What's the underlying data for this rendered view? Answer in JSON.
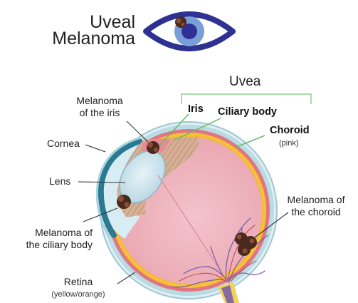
{
  "header": {
    "title_line1": "Uveal",
    "title_line2": "Melanoma",
    "icon": "eye-with-tumor-icon"
  },
  "colors": {
    "icon_navy": "#2e3192",
    "icon_blue": "#7a9fd8",
    "tumor_dark": "#4a2a1e",
    "tumor_brown": "#8a4e34",
    "uvea_bracket": "#8ed08e",
    "pointer_green": "#6ab86a",
    "sclera": "#b9dbe3",
    "choroid_pink": "#e17683",
    "retina_yellow": "#f7c234",
    "vitreous_pink": "#f1b7c0",
    "ciliary_tan": "#d7b599",
    "lens_blue": "#d2e9f1",
    "cornea_teal": "#2b7a91"
  },
  "labels": {
    "uvea": "Uvea",
    "iris": "Iris",
    "ciliary_body": "Ciliary body",
    "choroid": "Choroid",
    "choroid_note": "(pink)",
    "melanoma_iris_1": "Melanoma",
    "melanoma_iris_2": "of the iris",
    "cornea": "Cornea",
    "lens": "Lens",
    "melanoma_ciliary_1": "Melanoma of",
    "melanoma_ciliary_2": "the ciliary body",
    "melanoma_choroid_1": "Melanoma of",
    "melanoma_choroid_2": "the choroid",
    "retina": "Retina",
    "retina_note": "(yellow/orange)"
  }
}
